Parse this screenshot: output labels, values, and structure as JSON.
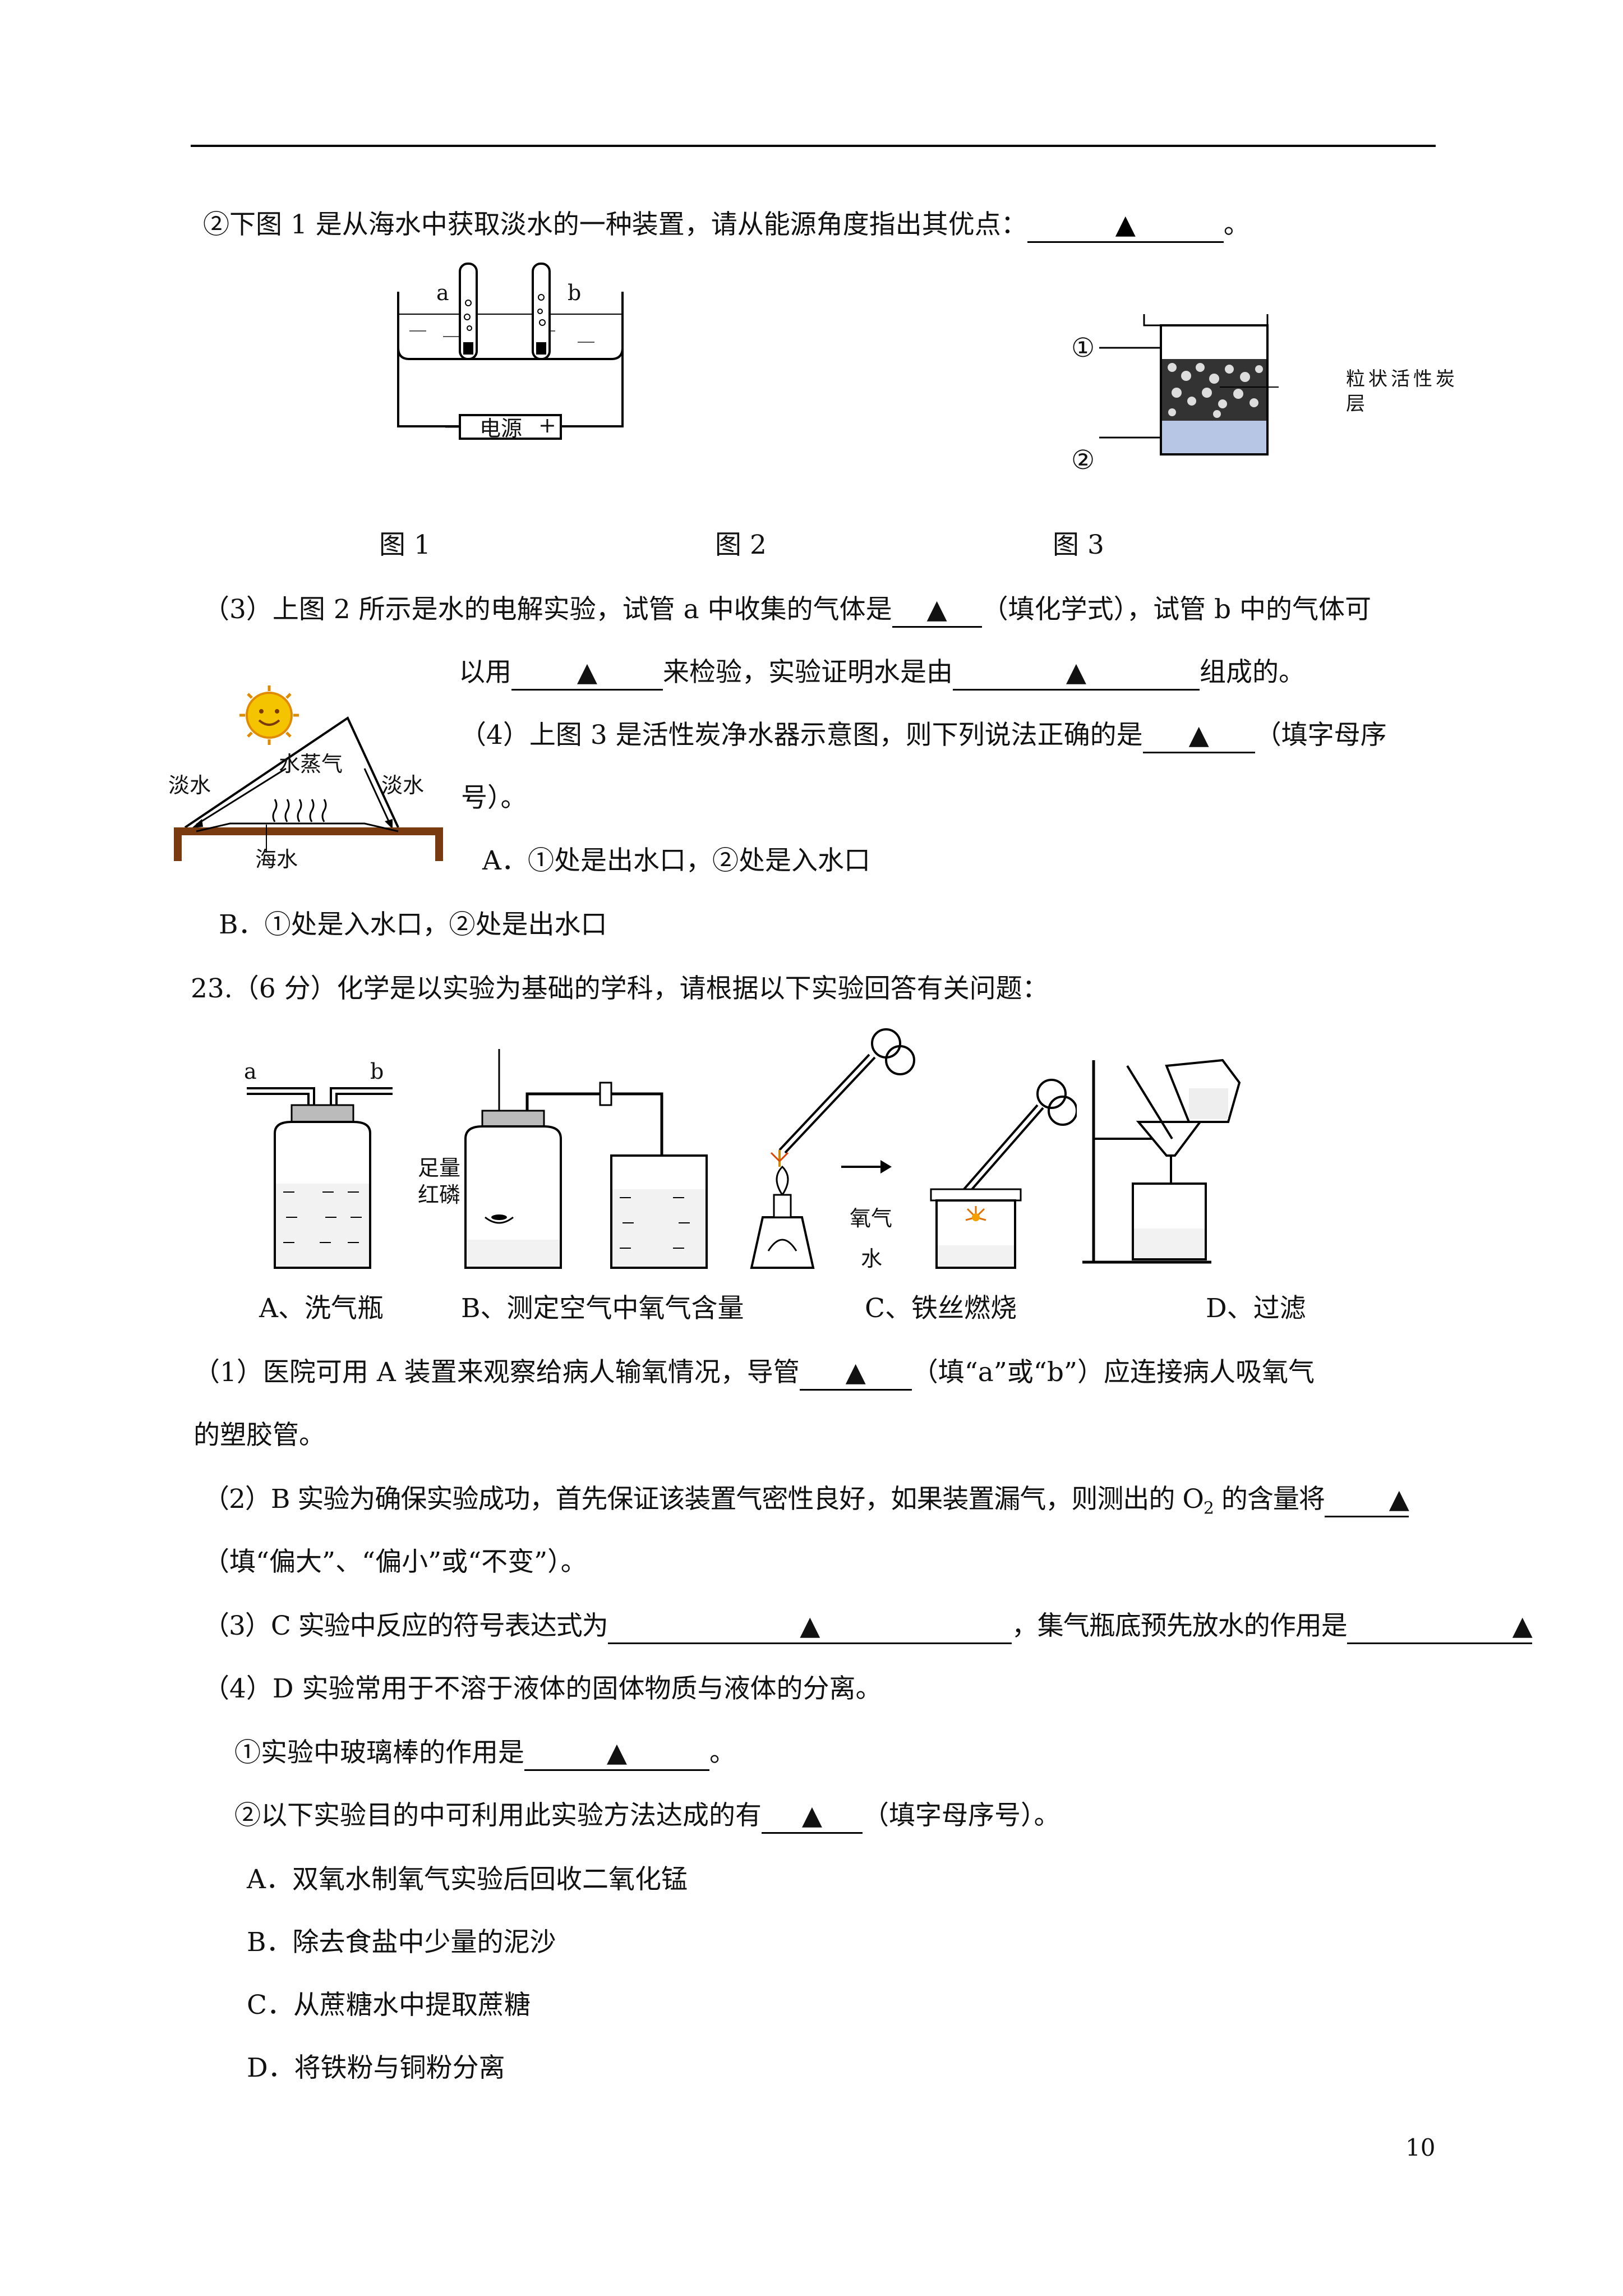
{
  "q22": {
    "item2_text": "②下图 1 是从海水中获取淡水的一种装置，请从能源角度指出其优点：",
    "item2_end": "。",
    "fig1_label": "图 1",
    "fig2_label": "图 2",
    "fig3_label": "图 3",
    "fig1": {
      "fresh_left": "淡水",
      "fresh_right": "淡水",
      "vapor": "水蒸气",
      "sea": "海水"
    },
    "fig2": {
      "tube_a": "a",
      "tube_b": "b",
      "power": "电源",
      "minus": "−",
      "plus": "+"
    },
    "fig3": {
      "m1": "①",
      "m2": "②",
      "layer_line1": "粒状活性炭",
      "layer_line2": "层"
    },
    "q3_line1_a": "（3）上图 2 所示是水的电解实验，试管 a 中收集的气体是",
    "q3_line1_b": "（填化学式），试管 b 中的气体可",
    "q3_line2_a": "以用",
    "q3_line2_b": "来检验，实验证明水是由",
    "q3_line2_c": "组成的。",
    "q4_line1_a": "（4）上图 3 是活性炭净水器示意图，则下列说法正确的是",
    "q4_line1_b": "（填字母序",
    "q4_line2": "号）。",
    "q4_optA": "A．①处是出水口，②处是入水口",
    "q4_optB": "B．①处是入水口，②处是出水口"
  },
  "q23": {
    "stem": "23.（6 分）化学是以实验为基础的学科，请根据以下实验回答有关问题：",
    "captions": [
      "A、洗气瓶",
      "B、测定空气中氧气含量",
      "C、铁丝燃烧",
      "D、过滤"
    ],
    "figA": {
      "a": "a",
      "b": "b"
    },
    "figB": {
      "l1": "足量",
      "l2": "红磷"
    },
    "figC": {
      "oxygen": "氧气",
      "water": "水"
    },
    "p1_a": "（1）医院可用 A 装置来观察给病人输氧情况，导管",
    "p1_b": "（填“a”或“b”）应连接病人吸氧气",
    "p1_c": "的塑胶管。",
    "p2_a": "（2）B 实验为确保实验成功，首先保证该装置气密性良好，如果装置漏气，则测出的 O",
    "p2_sub": "2",
    "p2_b": " 的含量将",
    "p2_c": "（填“偏大”、“偏小”或“不变”）。",
    "p3_a": "（3）C 实验中反应的符号表达式为",
    "p3_b": "，集气瓶底预先放水的作用是",
    "p4": "（4）D 实验常用于不溶于液体的固体物质与液体的分离。",
    "p4_1_a": "①实验中玻璃棒的作用是",
    "p4_1_b": "。",
    "p4_2_a": "②以下实验目的中可利用此实验方法达成的有",
    "p4_2_b": "（填字母序号）。",
    "optA": "A．双氧水制氧气实验后回收二氧化锰",
    "optB": "B．除去食盐中少量的泥沙",
    "optC": "C．从蔗糖水中提取蔗糖",
    "optD": "D．将铁粉与铜粉分离"
  },
  "blank_mark": "▲",
  "page_number": "10"
}
